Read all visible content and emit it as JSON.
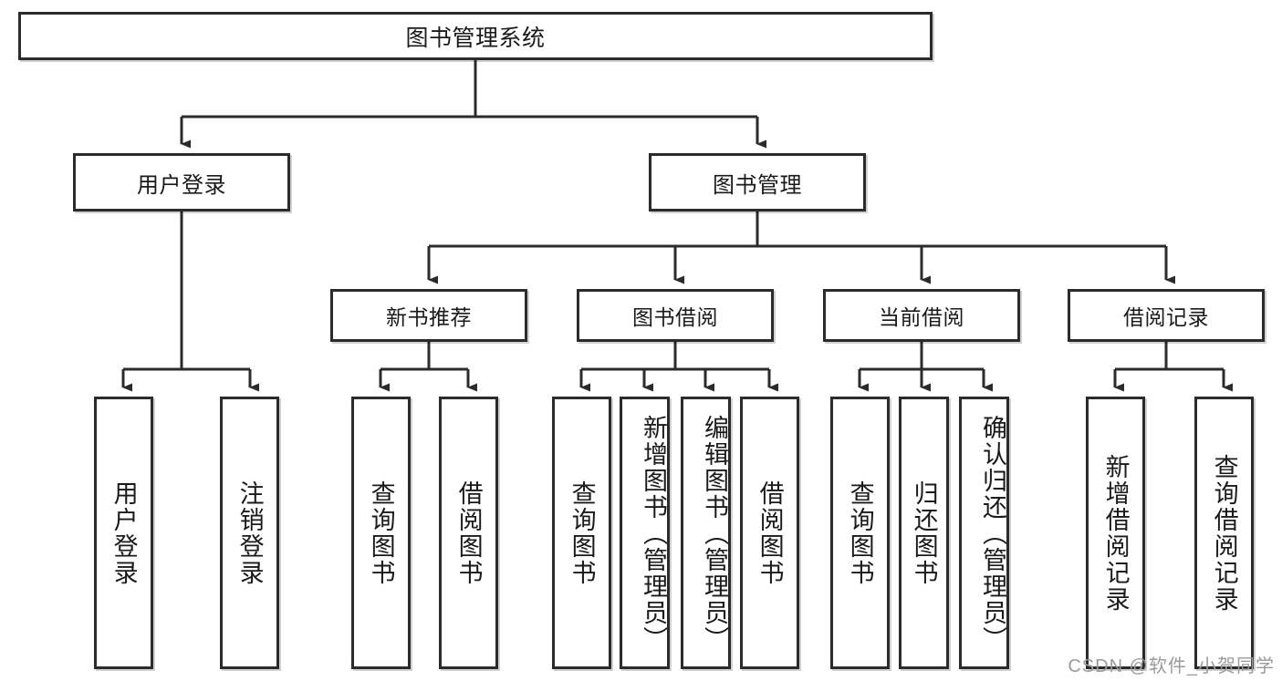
{
  "diagram": {
    "title": "图书管理系统",
    "type": "hierarchy-tree",
    "watermark": "CSDN @软件_小贺同学",
    "colors": {
      "box_border": "#2b2b2b",
      "box_fill": "#ffffff",
      "connector": "#2b2b2b",
      "text": "#1a1a1a",
      "watermark": "#9b9b9b"
    },
    "root": {
      "label": "图书管理系统"
    },
    "level1": [
      {
        "label": "用户登录"
      },
      {
        "label": "图书管理"
      }
    ],
    "level2": [
      {
        "label": "新书推荐"
      },
      {
        "label": "图书借阅"
      },
      {
        "label": "当前借阅"
      },
      {
        "label": "借阅记录"
      }
    ],
    "leaves": {
      "user_login": [
        {
          "label": "用户登录"
        },
        {
          "label": "注销登录"
        }
      ],
      "new_book_recommend": [
        {
          "label": "查询图书"
        },
        {
          "label": "借阅图书"
        }
      ],
      "book_borrow": [
        {
          "label": "查询图书"
        },
        {
          "label": "新增图书（管理员）"
        },
        {
          "label": "编辑图书（管理员）"
        },
        {
          "label": "借阅图书"
        }
      ],
      "current_borrow": [
        {
          "label": "查询图书"
        },
        {
          "label": "归还图书"
        },
        {
          "label": "确认归还（管理员）"
        }
      ],
      "borrow_record": [
        {
          "label": "新增借阅记录"
        },
        {
          "label": "查询借阅记录"
        }
      ]
    }
  }
}
